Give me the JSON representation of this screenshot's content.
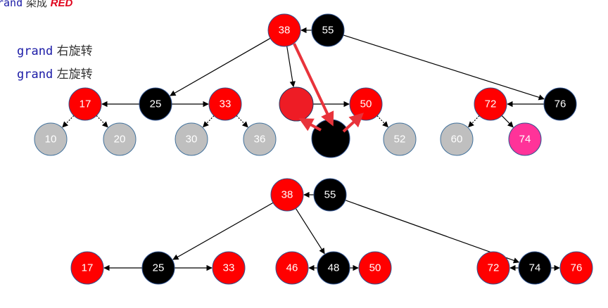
{
  "header": {
    "prefix": "rand",
    "middle": " 染成 ",
    "emph": "RED"
  },
  "steps": [
    {
      "code": "grand",
      "text": " 右旋转"
    },
    {
      "code": "grand",
      "text": " 左旋转"
    }
  ],
  "colors": {
    "red": "#ff0000",
    "black": "#000000",
    "gray": "#bfbfbf",
    "pink": "#ff3399",
    "dark_red": "#ee1c25",
    "arrow_red": "#e8333b"
  },
  "trees": {
    "before": {
      "nodes": [
        {
          "id": "b38",
          "label": "38",
          "color": "red"
        },
        {
          "id": "b55",
          "label": "55",
          "color": "black"
        },
        {
          "id": "b17",
          "label": "17",
          "color": "red"
        },
        {
          "id": "b25",
          "label": "25",
          "color": "black"
        },
        {
          "id": "b33",
          "label": "33",
          "color": "red"
        },
        {
          "id": "bP",
          "label": "",
          "color": "dark_red"
        },
        {
          "id": "bN",
          "label": "",
          "color": "black"
        },
        {
          "id": "b50",
          "label": "50",
          "color": "red"
        },
        {
          "id": "b72",
          "label": "72",
          "color": "red"
        },
        {
          "id": "b76",
          "label": "76",
          "color": "black"
        },
        {
          "id": "b10",
          "label": "10",
          "color": "gray"
        },
        {
          "id": "b20",
          "label": "20",
          "color": "gray"
        },
        {
          "id": "b30",
          "label": "30",
          "color": "gray"
        },
        {
          "id": "b36",
          "label": "36",
          "color": "gray"
        },
        {
          "id": "b52",
          "label": "52",
          "color": "gray"
        },
        {
          "id": "b60",
          "label": "60",
          "color": "gray"
        },
        {
          "id": "b74",
          "label": "74",
          "color": "pink"
        }
      ]
    },
    "after": {
      "nodes": [
        {
          "id": "a38",
          "label": "38",
          "color": "red"
        },
        {
          "id": "a55",
          "label": "55",
          "color": "black"
        },
        {
          "id": "a17",
          "label": "17",
          "color": "red"
        },
        {
          "id": "a25",
          "label": "25",
          "color": "black"
        },
        {
          "id": "a33",
          "label": "33",
          "color": "red"
        },
        {
          "id": "a46",
          "label": "46",
          "color": "red"
        },
        {
          "id": "a48",
          "label": "48",
          "color": "black"
        },
        {
          "id": "a50",
          "label": "50",
          "color": "red"
        },
        {
          "id": "a72",
          "label": "72",
          "color": "red"
        },
        {
          "id": "a74",
          "label": "74",
          "color": "black"
        },
        {
          "id": "a76",
          "label": "76",
          "color": "red"
        }
      ]
    }
  }
}
